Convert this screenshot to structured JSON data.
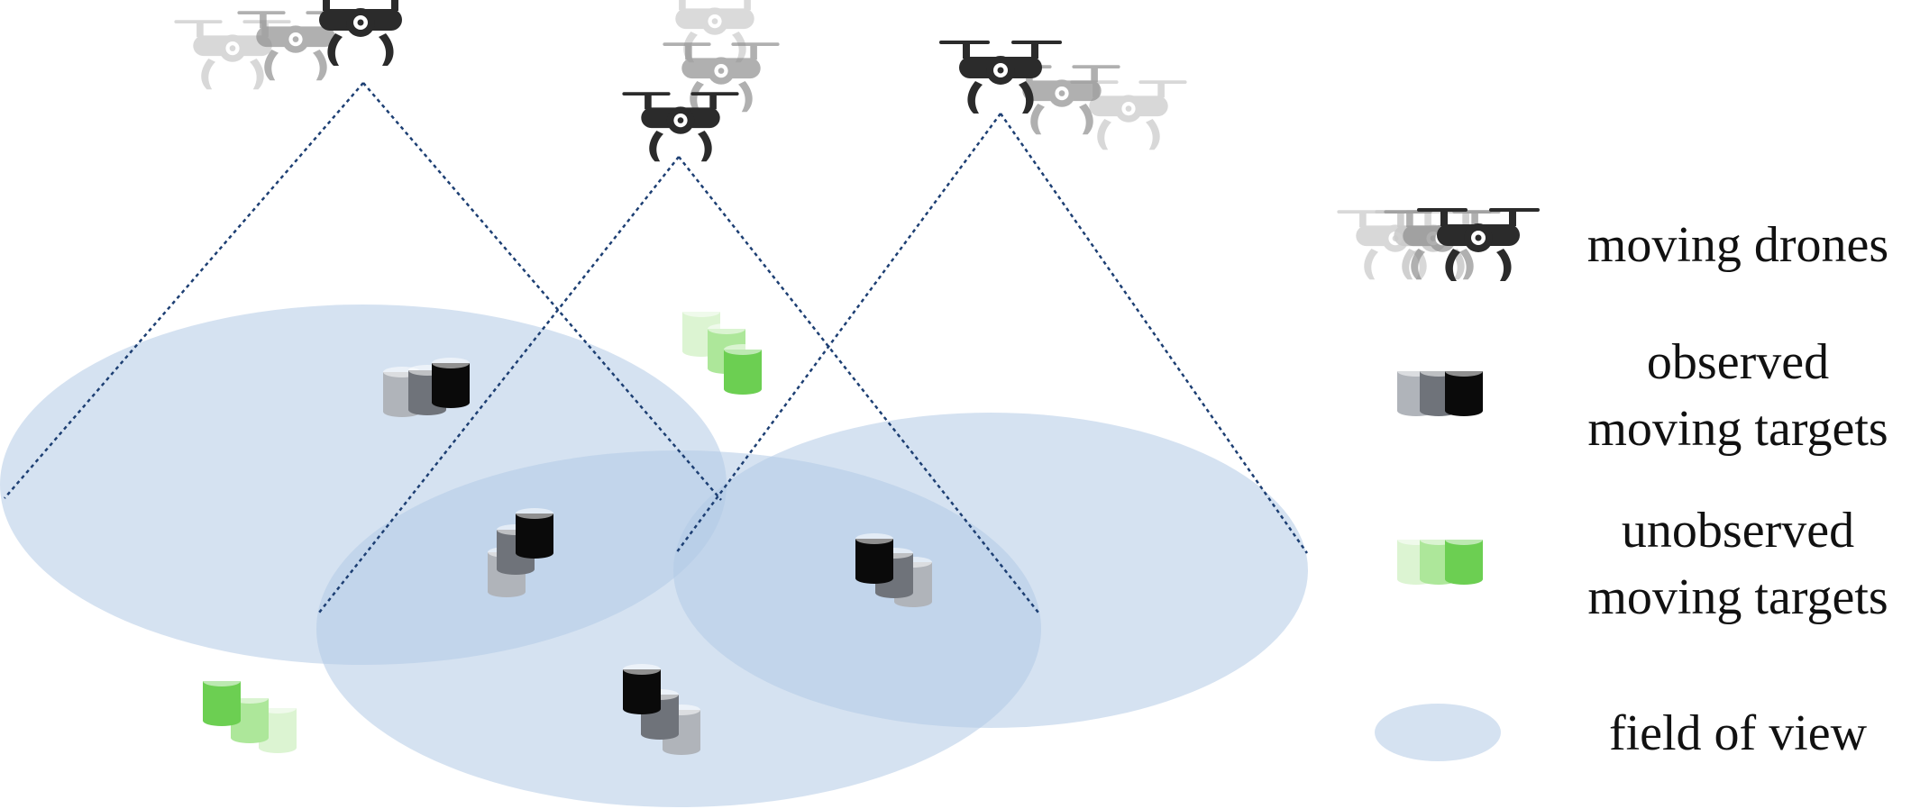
{
  "colors": {
    "fov_fill": "#b3cae6",
    "fov_stroke": "#1d3f73",
    "drone_dark": "#2b2b2b",
    "drone_mid": "#8f8f8f",
    "drone_light": "#cbcbcb",
    "observed_dark": "#0a0a0a",
    "observed_mid": "#6f737a",
    "observed_light": "#b0b4ba",
    "unobserved_dark": "#6ccf52",
    "unobserved_mid": "#ade79a",
    "unobserved_light": "#dcf4d2"
  },
  "icons": {
    "drone": "quadcopter-drone-icon",
    "target": "cylinder-target-icon",
    "fov": "ellipse-fov-icon"
  },
  "legend": {
    "drones": "moving drones",
    "observed_line1": "observed",
    "observed_line2": "moving targets",
    "unobserved_line1": "unobserved",
    "unobserved_line2": "moving targets",
    "fov": "field of view"
  }
}
